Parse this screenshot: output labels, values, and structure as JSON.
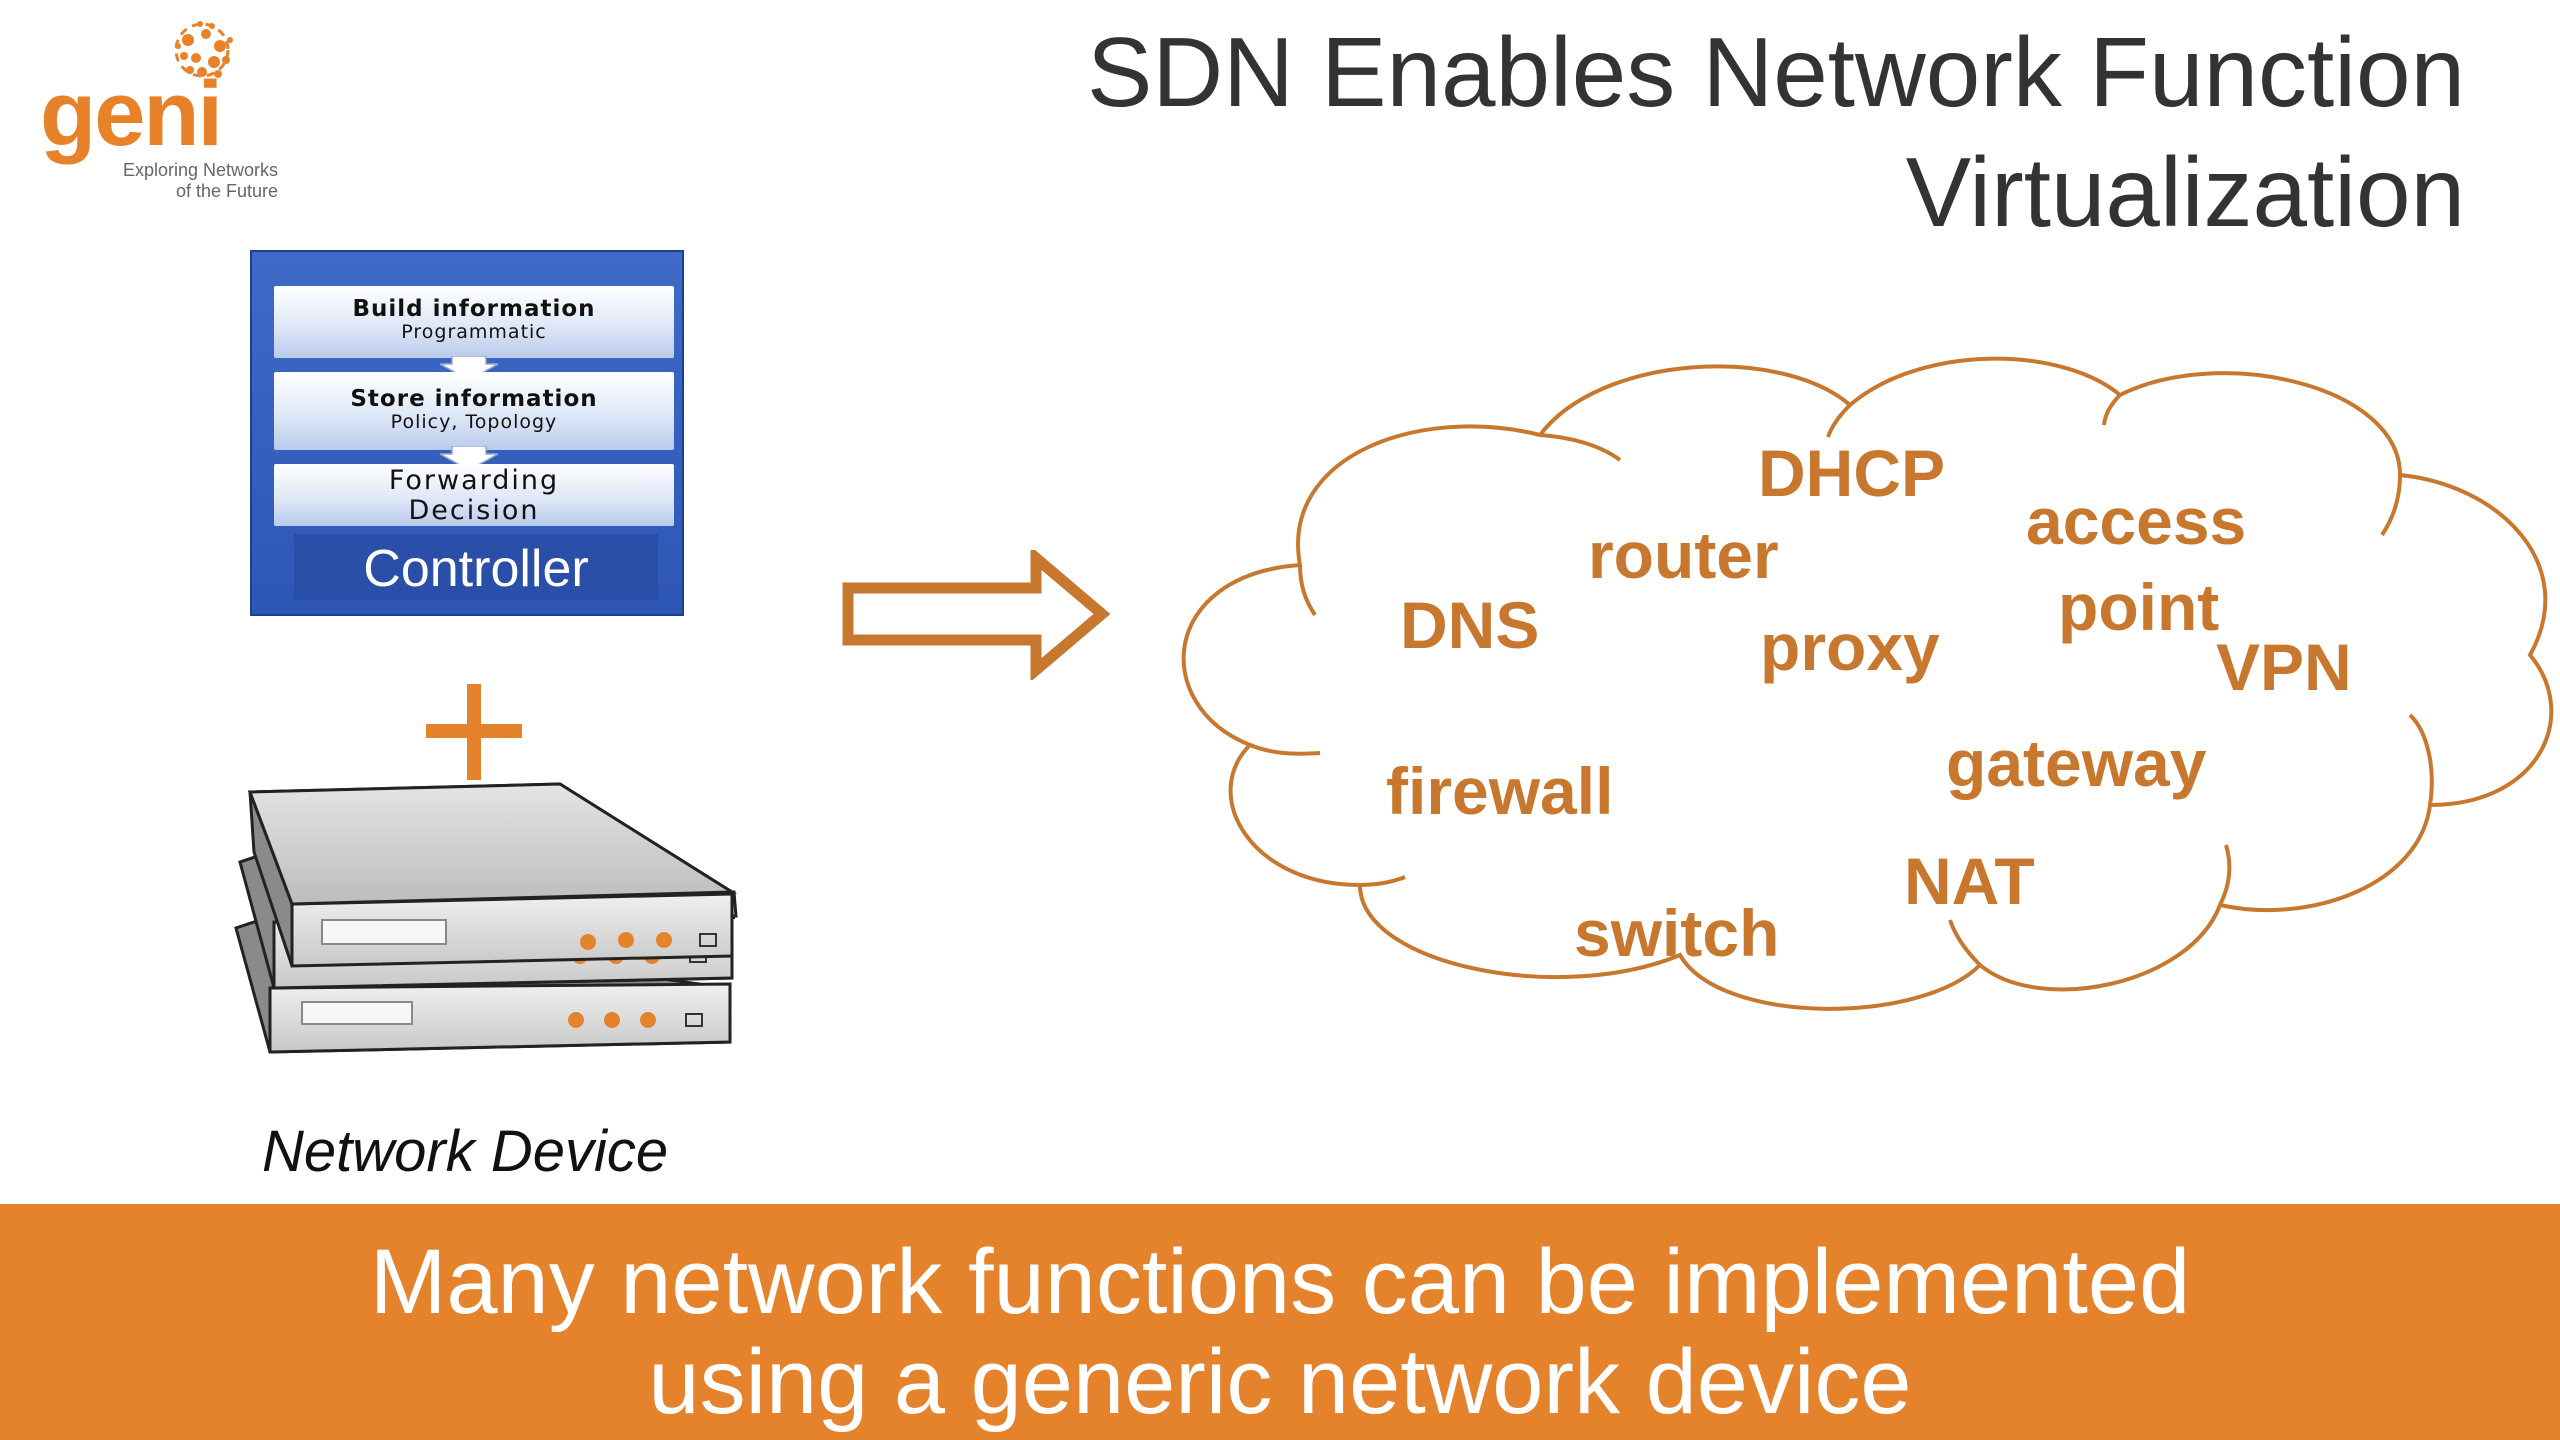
{
  "logo": {
    "word": "geni",
    "tagline_line1": "Exploring Networks",
    "tagline_line2": "of the Future"
  },
  "slide": {
    "title_line1": "SDN Enables Network Function",
    "title_line2": "Virtualization"
  },
  "controller": {
    "steps": [
      {
        "main": "Build information",
        "sub": "Programmatic"
      },
      {
        "main": "Store information",
        "sub": "Policy, Topology"
      },
      {
        "main": "Forwarding",
        "sub": "Decision"
      }
    ],
    "label": "Controller"
  },
  "plus_symbol": "+",
  "device": {
    "label": "Network Device"
  },
  "cloud": {
    "functions": [
      "DHCP",
      "access",
      "point",
      "router",
      "DNS",
      "proxy",
      "VPN",
      "firewall",
      "gateway",
      "NAT",
      "switch"
    ]
  },
  "banner": {
    "line1": "Many network functions can be implemented",
    "line2": "using a generic network device"
  },
  "colors": {
    "accent_orange": "#e5822c",
    "cloud_text": "#c8772e",
    "controller_blue": "#2e57b5",
    "title_text": "#333333"
  }
}
